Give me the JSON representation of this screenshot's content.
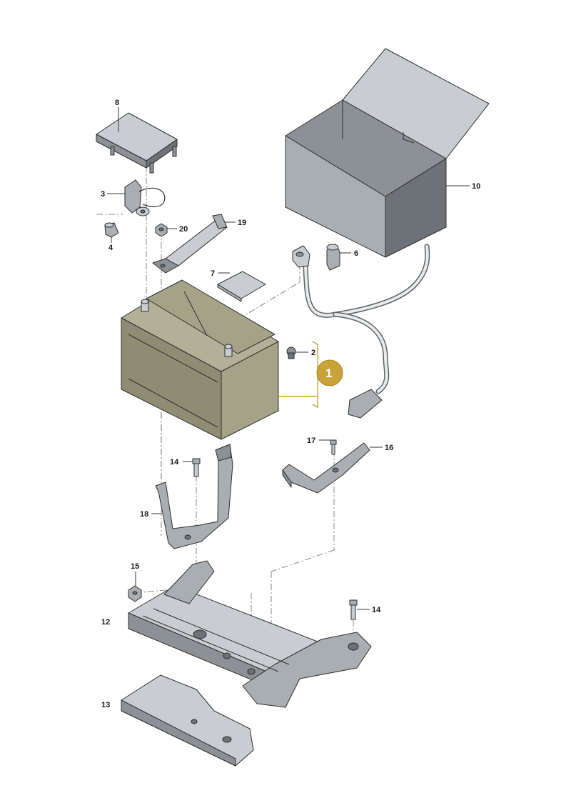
{
  "diagram": {
    "highlight_color": "#c9a23a",
    "callouts": [
      {
        "id": "c8",
        "label": "8"
      },
      {
        "id": "c3",
        "label": "3"
      },
      {
        "id": "c4",
        "label": "4"
      },
      {
        "id": "c20",
        "label": "20"
      },
      {
        "id": "c19",
        "label": "19"
      },
      {
        "id": "c7",
        "label": "7"
      },
      {
        "id": "c10",
        "label": "10"
      },
      {
        "id": "c6",
        "label": "6"
      },
      {
        "id": "c2",
        "label": "2"
      },
      {
        "id": "c1",
        "label": "1"
      },
      {
        "id": "c17",
        "label": "17"
      },
      {
        "id": "c16",
        "label": "16"
      },
      {
        "id": "c14a",
        "label": "14"
      },
      {
        "id": "c18",
        "label": "18"
      },
      {
        "id": "c15",
        "label": "15"
      },
      {
        "id": "c12",
        "label": "12"
      },
      {
        "id": "c14b",
        "label": "14"
      },
      {
        "id": "c13",
        "label": "13"
      }
    ]
  }
}
